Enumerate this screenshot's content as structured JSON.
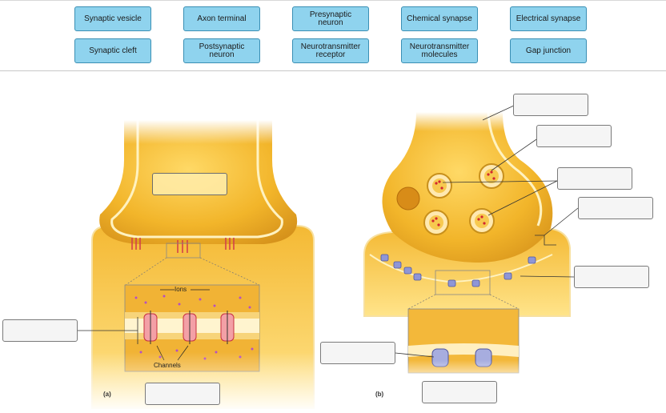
{
  "labels": [
    "Synaptic vesicle",
    "Axon terminal",
    "Presynaptic neuron",
    "Chemical synapse",
    "Electrical synapse",
    "Synaptic cleft",
    "Postsynaptic neuron",
    "Neurotransmitter receptor",
    "Neurotransmitter molecules",
    "Gap junction"
  ],
  "figure": {
    "panel_a": "(a)",
    "panel_b": "(b)",
    "ions": "Ions",
    "channels": "Channels"
  },
  "colors": {
    "chip_fill": "#8fd3ee",
    "chip_border": "#3a8fb4",
    "neuron_gold": "#f2b52a",
    "junction_red": "#d23a4a",
    "receptor_blue": "#7f86c8"
  }
}
